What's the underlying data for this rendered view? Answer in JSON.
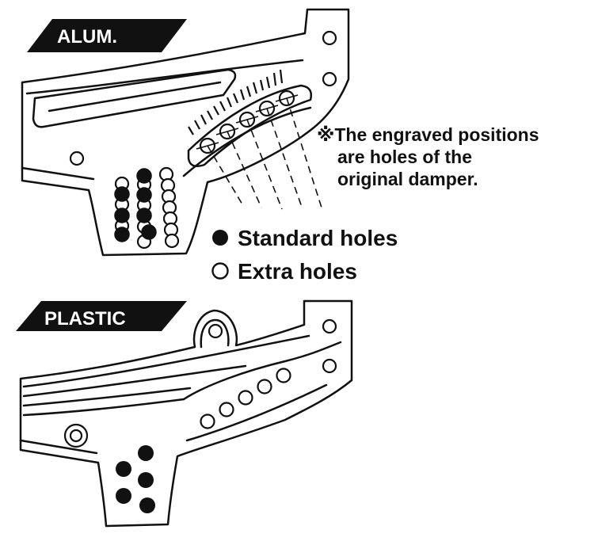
{
  "labels": {
    "alum_tag": "ALUM.",
    "plastic_tag": "PLASTIC"
  },
  "note": {
    "line1": "※The engraved positions",
    "line2": "are holes of the",
    "line3": "original damper."
  },
  "legend": {
    "standard": "Standard holes",
    "extra": "Extra holes"
  },
  "colors": {
    "ink": "#111111",
    "paper": "#ffffff"
  }
}
